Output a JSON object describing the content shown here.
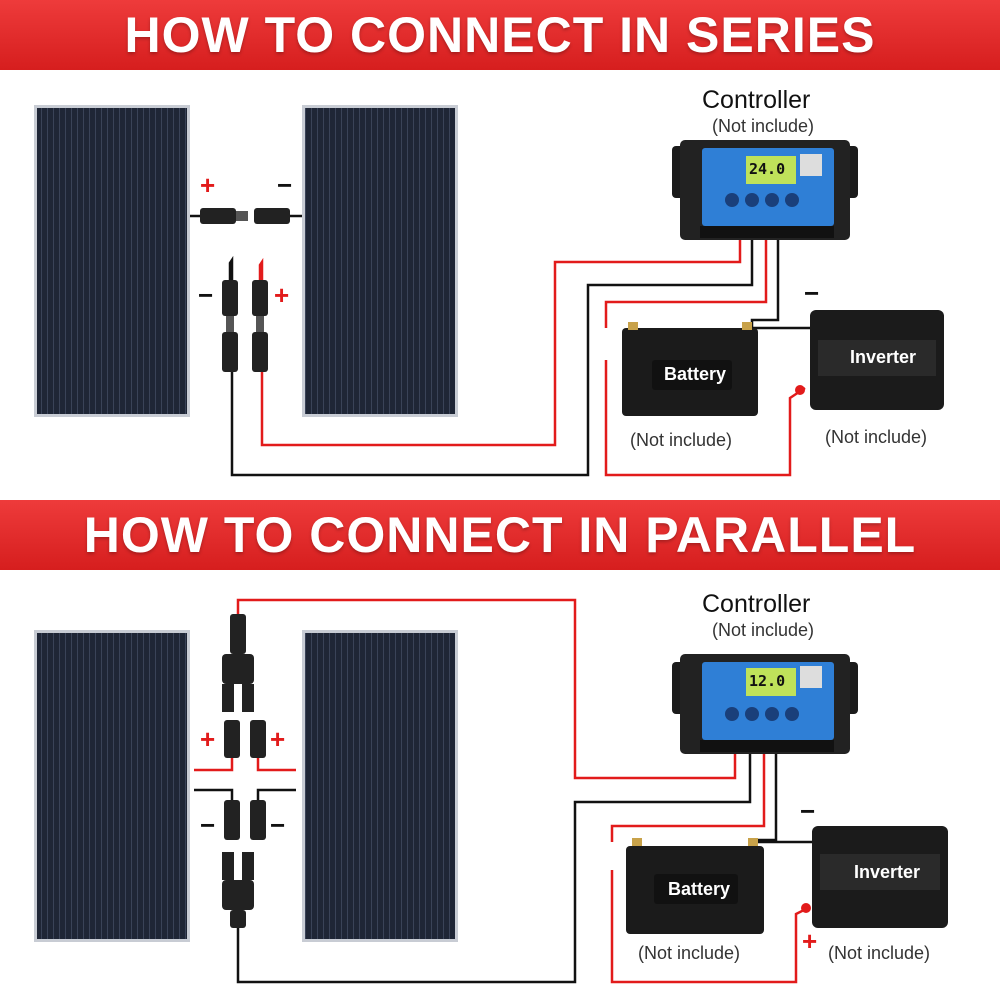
{
  "series": {
    "banner": "HOW TO CONNECT IN SERIES",
    "controller_title": "Controller",
    "controller_note": "(Not include)",
    "lcd_value": "24.0",
    "battery_label": "Battery",
    "battery_note": "(Not include)",
    "inverter_label": "Inverter",
    "inverter_note": "(Not include)",
    "signs": [
      "+",
      "−",
      "−",
      "+",
      "−"
    ]
  },
  "parallel": {
    "banner": "HOW TO CONNECT IN PARALLEL",
    "controller_title": "Controller",
    "controller_note": "(Not include)",
    "lcd_value": "12.0",
    "battery_label": "Battery",
    "battery_note": "(Not include)",
    "inverter_label": "Inverter",
    "inverter_note": "(Not include)",
    "signs": [
      "+",
      "+",
      "−",
      "−",
      "−",
      "+"
    ]
  },
  "colors": {
    "banner": "#d61e1e",
    "positive_wire": "#e21b1b",
    "negative_wire": "#111111",
    "panel": "#1e2433",
    "controller_face": "#2f7fd6",
    "device_body": "#1b1b1b"
  }
}
